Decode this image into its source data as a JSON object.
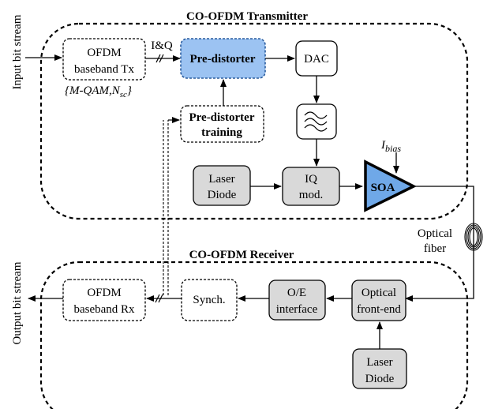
{
  "transmitter": {
    "title": "CO-OFDM Transmitter",
    "input_label": "Input bit stream",
    "tx_block": {
      "line1": "OFDM",
      "line2": "baseband Tx"
    },
    "tx_params": "{M-QAM,N",
    "tx_params_sub": "sc",
    "tx_params_end": "}",
    "iq_label": "I&Q",
    "predistorter": "Pre-distorter",
    "predistorter_training": {
      "line1": "Pre-distorter",
      "line2": "training"
    },
    "dac": "DAC",
    "laser": {
      "line1": "Laser",
      "line2": "Diode"
    },
    "iq_mod": {
      "line1": "IQ",
      "line2": "mod."
    },
    "soa": "SOA",
    "ibias": "I",
    "ibias_sub": "bias"
  },
  "fiber": {
    "line1": "Optical",
    "line2": "fiber"
  },
  "receiver": {
    "title": "CO-OFDM Receiver",
    "output_label": "Output bit stream",
    "rx_block": {
      "line1": "OFDM",
      "line2": "baseband Rx"
    },
    "synch": "Synch.",
    "oe": {
      "line1": "O/E",
      "line2": "interface"
    },
    "frontend": {
      "line1": "Optical",
      "line2": "front-end"
    },
    "laser": {
      "line1": "Laser",
      "line2": "Diode"
    }
  },
  "colors": {
    "highlight_fill": "#9cc3f2",
    "highlight_stroke": "#2a5c9e",
    "gray_fill": "#d9d9d9",
    "line": "#000000"
  }
}
